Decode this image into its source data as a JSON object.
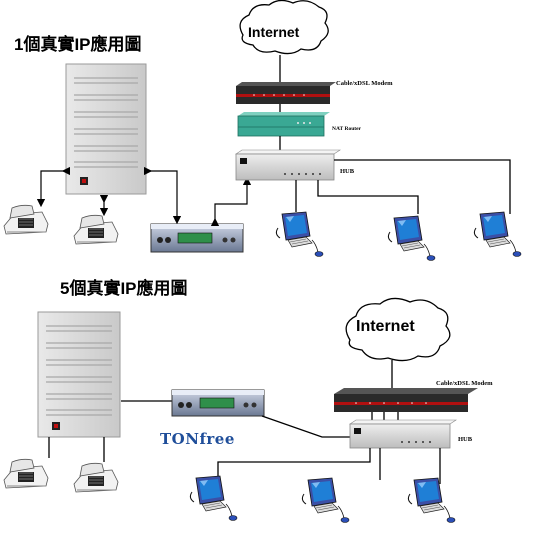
{
  "diagram1": {
    "title": "1個真實IP應用圖",
    "cloud_label": "Internet",
    "modem_label": "Cable/xDSL Modem",
    "router_label": "NAT Router",
    "hub_label": "HUB"
  },
  "diagram2": {
    "title": "5個真實IP應用圖",
    "cloud_label": "Internet",
    "modem_label": "Cable/xDSL Modem",
    "hub_label": "HUB",
    "brand": "TONfree"
  },
  "colors": {
    "modem_body": "#2a2a2a",
    "modem_stripe": "#b01010",
    "router_body": "#3aa894",
    "hub_body": "#d4d4d4",
    "gateway_screen": "#2f8f4a",
    "monitor_screen": "#1f7fd6",
    "brand": "#1f4e9a"
  }
}
